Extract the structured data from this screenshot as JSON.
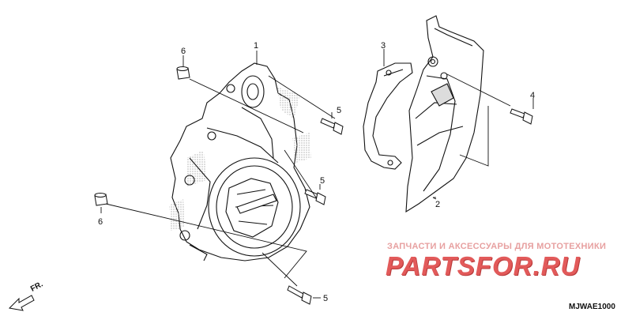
{
  "callouts": {
    "c1": "1",
    "c2": "2",
    "c3": "3",
    "c4": "4",
    "c5a": "5",
    "c5b": "5",
    "c5c": "5",
    "c6a": "6",
    "c6b": "6"
  },
  "direction_label": "FR.",
  "diagram_code": "MJWAE1000",
  "watermark": {
    "tagline": "ЗАПЧАСТИ И АКСЕССУАРЫ ДЛЯ МОТОТЕХНИКИ",
    "logo": "PARTSFOR.RU"
  },
  "colors": {
    "line": "#111111",
    "watermark": "#e25a5a",
    "hatch": "#9a9a9a"
  }
}
